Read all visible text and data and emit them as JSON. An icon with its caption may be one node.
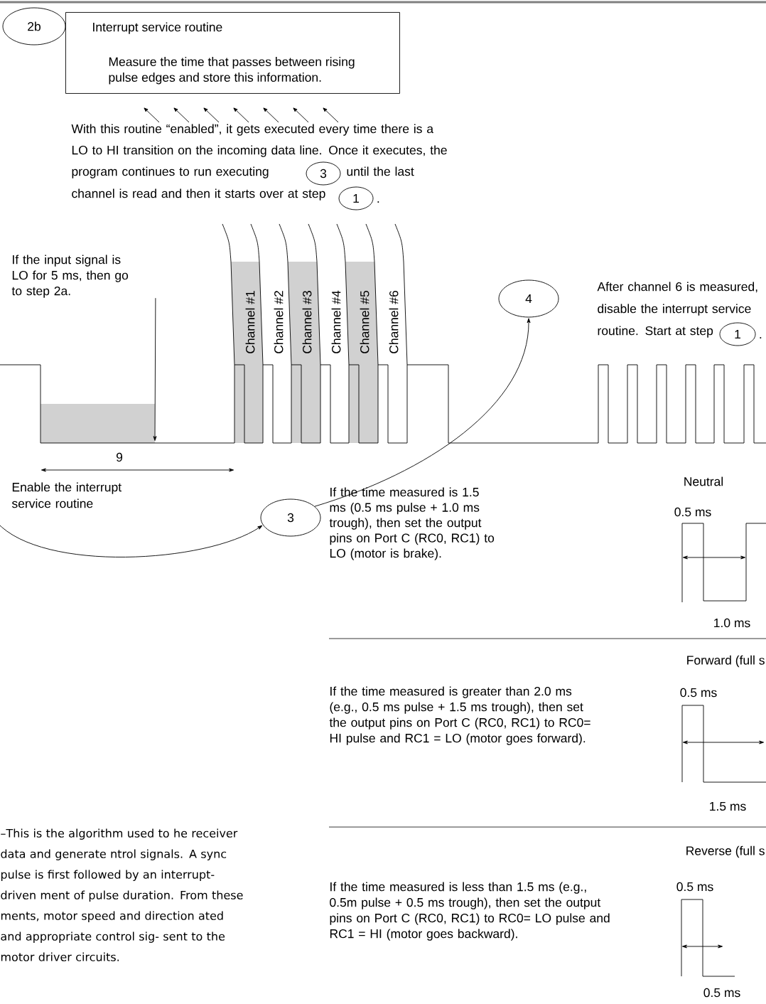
{
  "diagram": {
    "caption": "–This is the algorithm used to he receiver data and generate ntrol signals. A sync pulse is first followed by an interrupt-driven ment of pulse duration. From these ments, motor speed and direction ated and appropriate control sig- sent to the motor driver circuits.",
    "nodes": [
      {
        "text": [
          "2b"
        ]
      },
      {
        "text": [
          "Interrupt service routine",
          "Measure the time that passes between rising pulse edges and store this information."
        ]
      },
      {
        "text": [
          "3"
        ]
      },
      {
        "text": [
          "1"
        ],
        "beside": [
          "."
        ]
      },
      {
        "text": [
          "If the input signal is LO for 5 ms, then go to step 2a."
        ]
      },
      {
        "text": [
          "3"
        ]
      },
      {
        "text": [
          "4"
        ]
      },
      {
        "text": [
          "1"
        ],
        "beside": [
          "."
        ]
      }
    ],
    "edges": [
      {
        "from": 4,
        "to": null,
        "arrow": "to"
      },
      {
        "from": null,
        "to": 5,
        "arrow": "to"
      },
      {
        "from": 5,
        "to": 6,
        "arrow": "to"
      }
    ],
    "labels": [
      "With this routine “enabled”, it gets executed every time there is a LO to HI transition on the incoming data line. Once it executes, the program continues to run executing",
      "until the last channel is read and then it starts over at step",
      "Channel #1",
      "Channel #2",
      "Channel #3",
      "Channel #4",
      "Channel #5",
      "Channel #6",
      "After channel 6 is measured, disable the interrupt service routine. Start at step",
      "9",
      "Enable the interrupt service routine",
      "Neutral",
      "If the time measured is 1.5 ms (0.5 ms pulse + 1.0 ms trough), then set the output pins on Port C (RC0, RC1) to LO (motor is brake).",
      "0.5 ms",
      "1.0 ms",
      "Forward (full s",
      "If the time measured is greater than 2.0 ms (e.g., 0.5 ms pulse + 1.5 ms trough), then set the output pins on Port C (RC0, RC1) to RC0= HI pulse and RC1 = LO (motor goes forward).",
      "0.5 ms",
      "1.5 ms",
      "Reverse (full s",
      "If the time measured is less than 1.5 ms (e.g., 0.5m pulse + 0.5 ms trough), then set the output pins on Port C (RC0, RC1) to RC0= LO pulse and RC1 = HI (motor goes backward).",
      "0.5 ms",
      "0.5 ms"
    ]
  }
}
